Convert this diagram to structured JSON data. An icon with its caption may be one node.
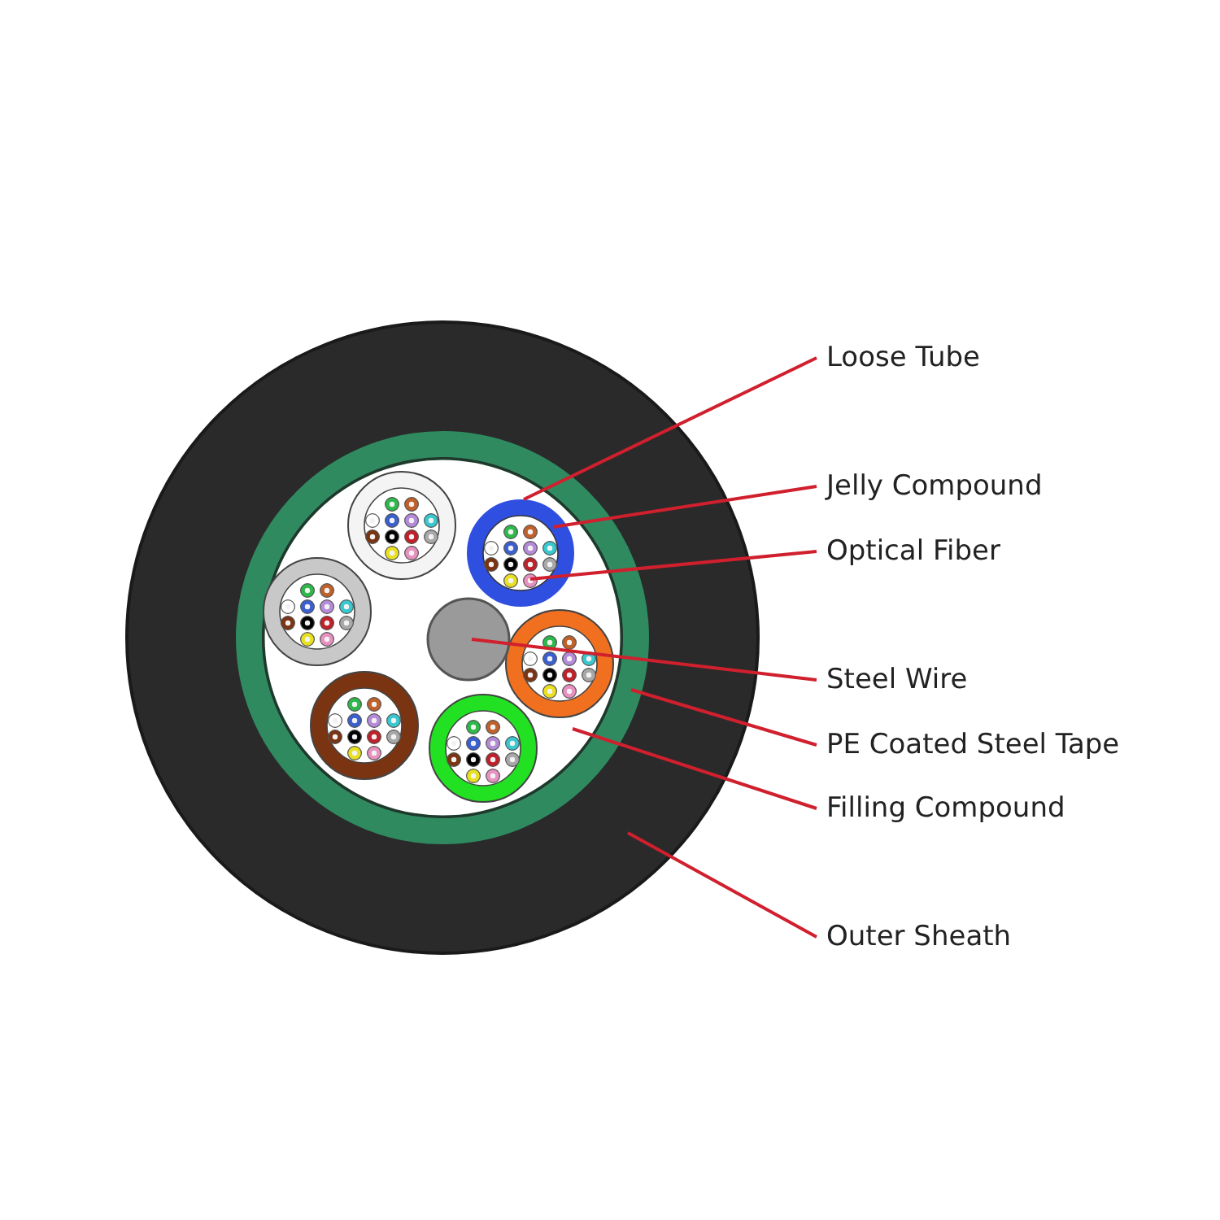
{
  "diagram": {
    "nodes": [
      {
        "text": [
          "Loose Tube"
        ]
      },
      {
        "text": [
          "Jelly Compound"
        ]
      },
      {
        "text": [
          "Optical Fiber"
        ]
      },
      {
        "text": [
          "Steel Wire"
        ]
      },
      {
        "text": [
          "PE Coated Steel Tape"
        ]
      },
      {
        "text": [
          "Filling Compound"
        ]
      },
      {
        "text": [
          "Outer Sheath"
        ]
      },
      {
        "text": [],
        "shape": "circle",
        "in": 12
      },
      {
        "text": [],
        "shape": "circle",
        "in": 7
      },
      {
        "text": [],
        "shape": "circle",
        "in": 8
      },
      {
        "text": [],
        "shape": "circle",
        "in": 12
      },
      {
        "text": [],
        "shape": "circle",
        "in": 13
      },
      {
        "text": [],
        "shape": "circle",
        "in": 11
      },
      {
        "text": [],
        "shape": "circle"
      }
    ],
    "edges": [
      {
        "from": 0,
        "to": 7,
        "arrow": "none"
      },
      {
        "from": 1,
        "to": 8,
        "arrow": "none"
      },
      {
        "from": 2,
        "to": 9,
        "arrow": "none"
      },
      {
        "from": 3,
        "to": 10,
        "arrow": "none"
      },
      {
        "from": 4,
        "to": 11,
        "arrow": "none"
      },
      {
        "from": 5,
        "to": 12,
        "arrow": "none"
      },
      {
        "from": 6,
        "to": 13,
        "arrow": "none"
      }
    ]
  }
}
